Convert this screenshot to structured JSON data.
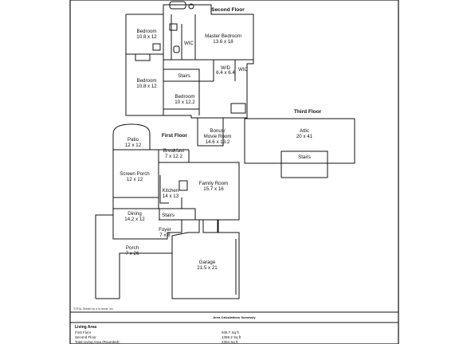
{
  "floors": {
    "second": "Second Floor",
    "third": "Third Floor",
    "first": "First Floor"
  },
  "rooms": {
    "bedroom1": {
      "name": "Bedroom",
      "dim": "10.8 x 12"
    },
    "master": {
      "name": "Master Bedroom",
      "dim": "13.6 x 18"
    },
    "wic1": {
      "name": "WIC"
    },
    "bedroom2": {
      "name": "Bedroom",
      "dim": "10.8 x 12"
    },
    "stairs2": {
      "name": "Stairs"
    },
    "wd": {
      "name": "W/D",
      "dim": "6.4 x 6.4"
    },
    "wic2": {
      "name": "WIC"
    },
    "bedroom3": {
      "name": "Bedroom",
      "dim": "10 x 12.2"
    },
    "bonus": {
      "name": "Bonus/",
      "name2": "Movie Room",
      "dim": "14.6 x 13.2"
    },
    "attic": {
      "name": "Attic",
      "dim": "20 x 41"
    },
    "stairs3": {
      "name": "Stairs"
    },
    "patio": {
      "name": "Patio",
      "dim": "12 x 12"
    },
    "breakfast": {
      "name": "Breakfast",
      "dim": "7 x 12.2"
    },
    "screen": {
      "name": "Screen Porch",
      "dim": "12 x 12"
    },
    "family": {
      "name": "Family Room",
      "dim": "15.7 x 16"
    },
    "kitchen": {
      "name": "Kitchen",
      "dim": "14 x 13"
    },
    "dining": {
      "name": "Dining",
      "dim": "14.2 x 12"
    },
    "stairs1": {
      "name": "Stairs"
    },
    "foyer": {
      "name": "Foyer",
      "dim": "7 x 8"
    },
    "porch": {
      "name": "Porch",
      "dim": "7 x 26"
    },
    "garage": {
      "name": "Garage",
      "dim": "21.5 x 21"
    }
  },
  "footer": {
    "copyright": "TOTAL Sketch by a la mode, inc.",
    "summary_title": "Area Calculations Summary",
    "living_area_label": "Living Area",
    "rows": [
      {
        "label": "First Floor",
        "value": "945.7 Sq ft"
      },
      {
        "label": "Second Floor",
        "value": "1358.2 Sq ft"
      },
      {
        "label": "Total Living Area (Rounded):",
        "value": "2304 Sq ft"
      }
    ]
  }
}
